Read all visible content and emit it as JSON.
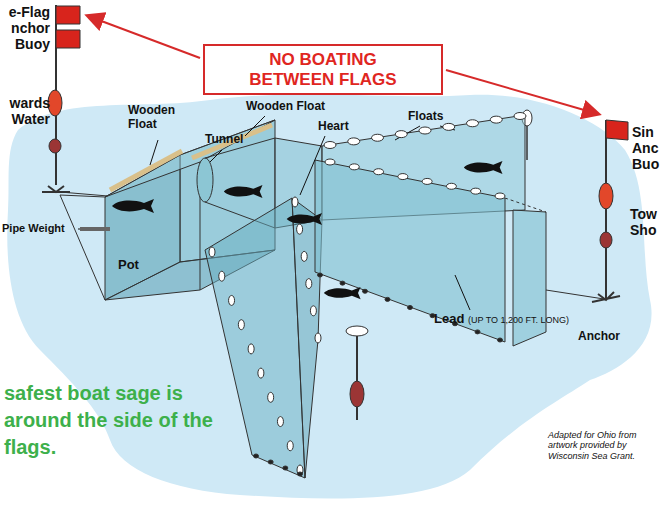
{
  "diagram": {
    "nodes": [
      {
        "text": [
          "NO BOATING BETWEEN FLAGS"
        ]
      }
    ],
    "labels": [
      "e-Flag nchor Buoy",
      "wards Water",
      "Sin Anc Buo",
      "Tow Sho",
      "Wooden Float",
      "Tunnel",
      "Wooden Float",
      "Heart",
      "Floats",
      "Pipe Weight",
      "Pot",
      "Lead",
      "(UP TO 1,200 FT. LONG)",
      "Anchor",
      "safest boat sage is around the side of the flags.",
      "Adapted for Ohio from artwork provided by Wisconsin Sea Grant."
    ]
  }
}
